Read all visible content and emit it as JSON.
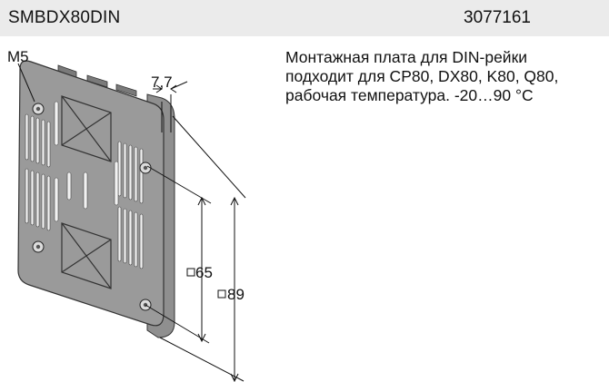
{
  "header": {
    "product_code": "SMBDX80DIN",
    "article_number": "3077161"
  },
  "description": {
    "text": "Монтажная плата для DIN-рейки подходит для CP80, DX80, K80, Q80, рабочая температура. -20…90 °C"
  },
  "drawing": {
    "label_thread": "M5",
    "label_thickness": "7,7",
    "label_hole_spacing": "65",
    "label_outer_size": "89"
  }
}
